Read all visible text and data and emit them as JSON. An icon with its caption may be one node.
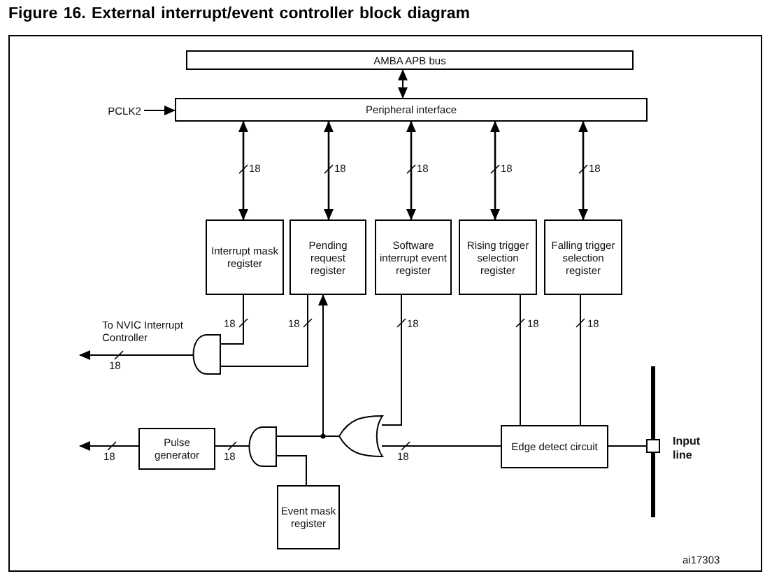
{
  "diagram": {
    "title": "Figure 16. External interrupt/event controller block diagram",
    "nodes": [
      {
        "text": [
          "AMBA APB bus"
        ]
      },
      {
        "text": [
          "PCLK2"
        ]
      },
      {
        "text": [
          "Peripheral interface"
        ]
      },
      {
        "text": [
          "Interrupt mask register"
        ]
      },
      {
        "text": [
          "Pending request register"
        ]
      },
      {
        "text": [
          "Software interrupt event register"
        ]
      },
      {
        "text": [
          "Rising trigger selection register"
        ]
      },
      {
        "text": [
          "Falling trigger selection register"
        ]
      },
      {
        "text": [],
        "shape": "and-gate"
      },
      {
        "text": [
          "Pulse generator"
        ]
      },
      {
        "text": [],
        "shape": "and-gate"
      },
      {
        "text": [],
        "shape": "or-gate"
      },
      {
        "text": [
          "Edge detect circuit"
        ]
      },
      {
        "text": [],
        "shape": "bar",
        "beside": [
          "Input line"
        ]
      },
      {
        "text": [
          "Event mask register"
        ]
      }
    ],
    "edges": [
      {
        "from": 0,
        "to": 2,
        "arrow": "both"
      },
      {
        "from": 1,
        "to": 2,
        "arrow": "to"
      },
      {
        "from": 2,
        "to": 3,
        "arrow": "both",
        "label": "18"
      },
      {
        "from": 2,
        "to": 4,
        "arrow": "both",
        "label": "18"
      },
      {
        "from": 2,
        "to": 5,
        "arrow": "both",
        "label": "18"
      },
      {
        "from": 2,
        "to": 6,
        "arrow": "both",
        "label": "18"
      },
      {
        "from": 2,
        "to": 7,
        "arrow": "both",
        "label": "18"
      },
      {
        "from": 3,
        "to": 8,
        "arrow": "none",
        "label": "18"
      },
      {
        "from": 4,
        "to": 8,
        "arrow": "none",
        "label": "18"
      },
      {
        "from": 8,
        "to": null,
        "arrow": "to",
        "label": "18"
      },
      {
        "from": 5,
        "to": 11,
        "arrow": "none",
        "label": "18"
      },
      {
        "from": 6,
        "to": 12,
        "arrow": "none",
        "label": "18"
      },
      {
        "from": 7,
        "to": 12,
        "arrow": "none",
        "label": "18"
      },
      {
        "from": 13,
        "to": 12,
        "arrow": "none"
      },
      {
        "from": 12,
        "to": 11,
        "arrow": "none",
        "label": "18"
      },
      {
        "from": 11,
        "to": 10,
        "arrow": "none"
      },
      {
        "from": 11,
        "to": 4,
        "arrow": "to"
      },
      {
        "from": 14,
        "to": 10,
        "arrow": "none"
      },
      {
        "from": 10,
        "to": 9,
        "arrow": "none",
        "label": "18"
      },
      {
        "from": 9,
        "to": null,
        "arrow": "to",
        "label": "18"
      }
    ],
    "labels": [
      "To NVIC Interrupt Controller",
      "ai17303"
    ]
  }
}
